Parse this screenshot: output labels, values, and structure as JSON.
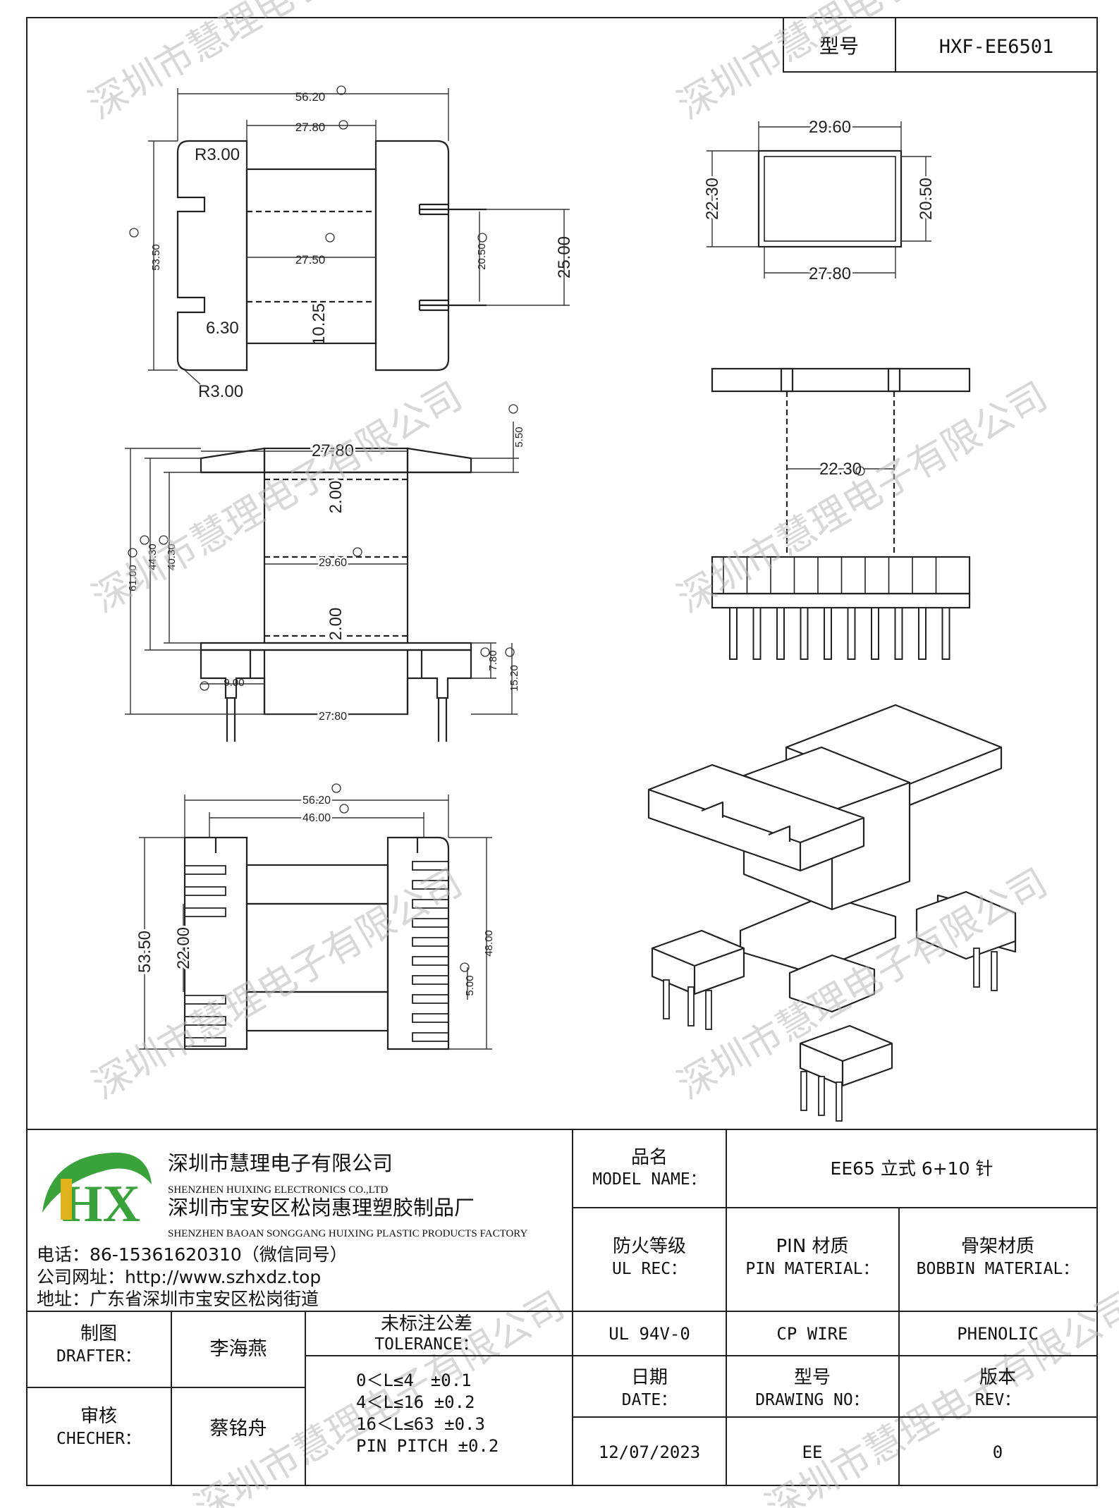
{
  "header": {
    "model_label": "型号",
    "model_value": "HXF-EE6501"
  },
  "watermark": {
    "text": "深圳市慧理电子有限公司"
  },
  "dimensions": {
    "top_left": {
      "width_overall": "56.20",
      "core_width": "27.80",
      "radius_top": "R3.00",
      "height_overall": "53.50",
      "inner_width": "27.50",
      "window_height": "20.50",
      "flange_height": "25.00",
      "slot": "6.30",
      "gap": "10.25",
      "radius_bottom": "R3.00"
    },
    "top_right": {
      "outer_width": "29.60",
      "outer_height": "22.30",
      "inner_height": "20.50",
      "inner_width": "27.80"
    },
    "mid_left": {
      "top_width": "27.80",
      "flange_thk": "5.50",
      "wall_top": "2.00",
      "core_inner": "29.60",
      "wall_bottom": "2.00",
      "height_61": "61.00",
      "height_44": "44.30",
      "height_40": "40.30",
      "pin_offset": "9.00",
      "base_width": "27.80",
      "base_h1": "7.80",
      "base_h2": "15.20"
    },
    "mid_right": {
      "core_width": "22.30"
    },
    "bottom_left": {
      "width_overall": "56.20",
      "pin_span": "46.00",
      "height": "53.50",
      "window": "22.00",
      "pitch": "5.00",
      "height_right": "48.00"
    }
  },
  "company": {
    "name_cn": "深圳市慧理电子有限公司",
    "name_en": "SHENZHEN HUIXING ELECTRONICS CO.,LTD",
    "factory_cn": "深圳市宝安区松岗惠理塑胶制品厂",
    "factory_en": "SHENZHEN BAOAN SONGGANG HUIXING PLASTIC PRODUCTS FACTORY",
    "phone": "电话：86-15361620310（微信同号）",
    "website": "公司网址：http://www.szhxdz.top",
    "address": "地址：广东省深圳市宝安区松岗街道"
  },
  "logo": {
    "letters": "HX",
    "color_green": "#3aa23a",
    "color_yellow": "#e0b21b"
  },
  "title_block": {
    "model_name_cn": "品名",
    "model_name_en": "MODEL NAME：",
    "model_name_value": "EE65 立式 6+10 针",
    "fire_cn": "防火等级",
    "fire_en": "UL REC：",
    "fire_value": "UL 94V-0",
    "pin_cn": "PIN 材质",
    "pin_en": "PIN MATERIAL：",
    "pin_value": "CP WIRE",
    "bobbin_cn": "骨架材质",
    "bobbin_en": "BOBBIN MATERIAL：",
    "bobbin_value": "PHENOLIC",
    "drafter_cn": "制图",
    "drafter_en": "DRAFTER：",
    "drafter_value": "李海燕",
    "checker_cn": "审核",
    "checker_en": "CHECHER：",
    "checker_value": "蔡铭舟",
    "tolerance_cn": "未标注公差",
    "tolerance_en": "TOLERANCE：",
    "tolerance_rows": [
      "0＜L≤4　±0.1",
      "4＜L≤16 ±0.2",
      "16＜L≤63 ±0.3",
      "PIN PITCH ±0.2"
    ],
    "date_cn": "日期",
    "date_en": "DATE：",
    "date_value": "12/07/2023",
    "drawing_cn": "型号",
    "drawing_en": "DRAWING NO：",
    "drawing_value": "EE",
    "rev_cn": "版本",
    "rev_en": "REV：",
    "rev_value": "0"
  }
}
